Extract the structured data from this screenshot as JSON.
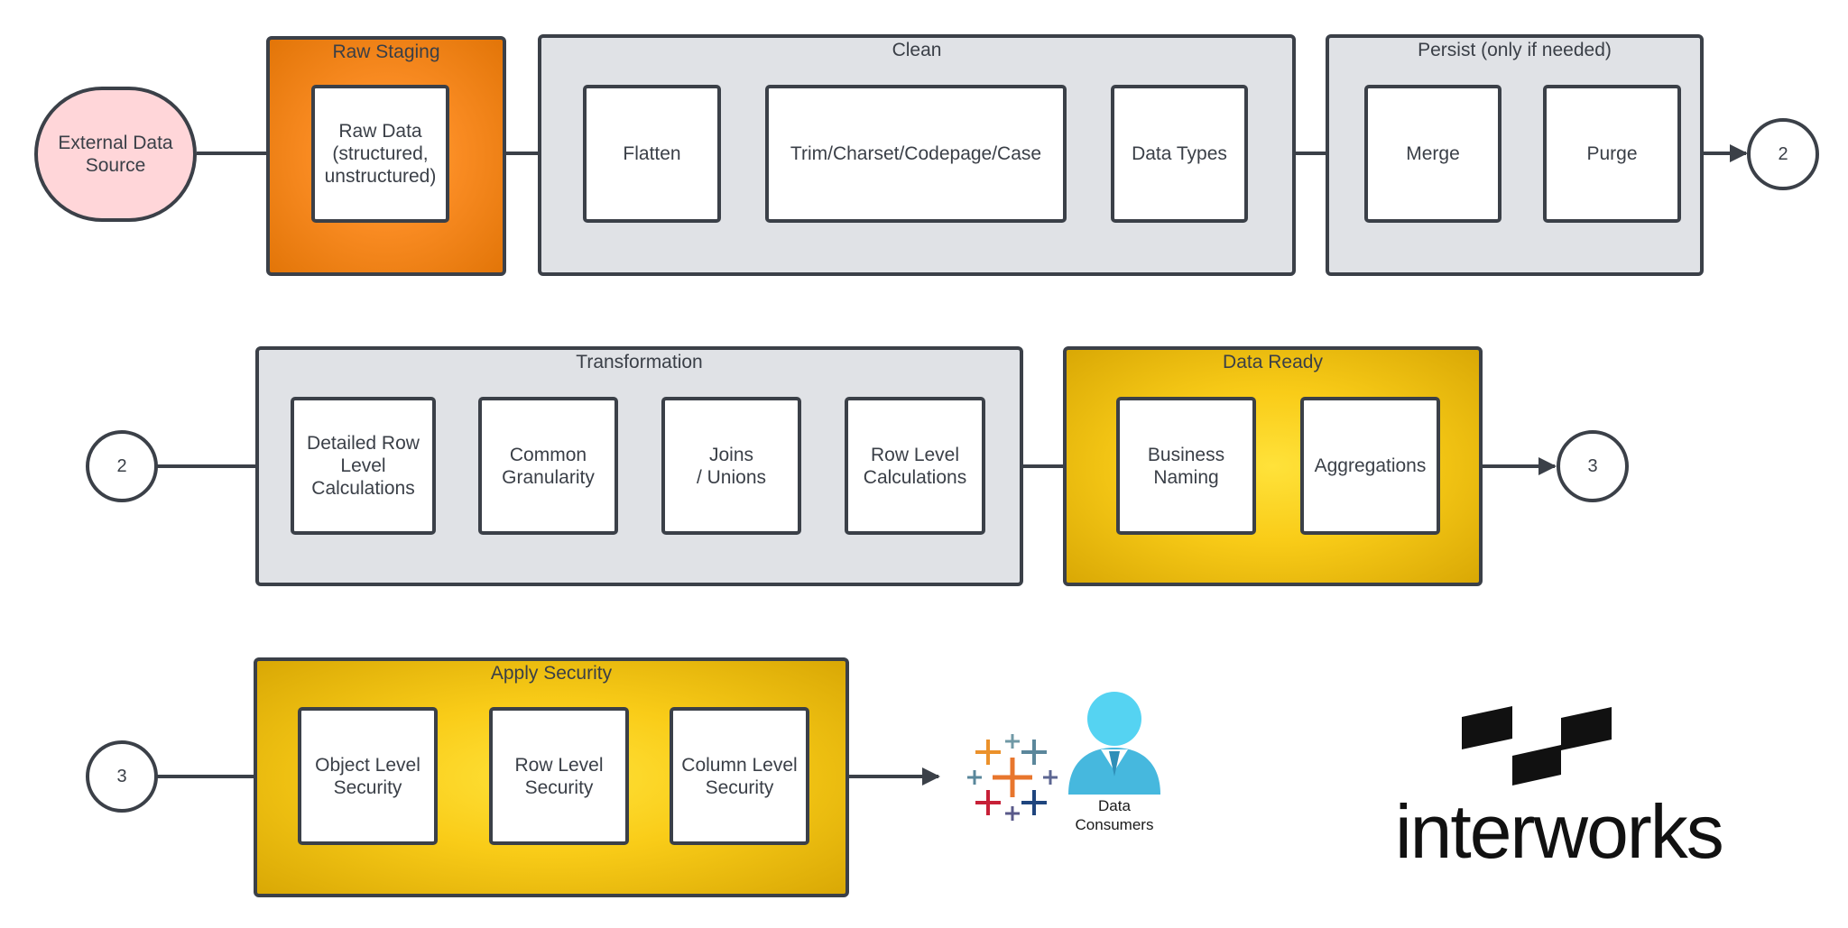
{
  "colors": {
    "line": "#3b4048",
    "group_gray": "#e0e2e6",
    "raw_staging": "#f98b22",
    "data_ready": "#f9cc18",
    "source_fill": "#ffd6d9",
    "person": "#4fc7e8"
  },
  "rows": [
    {
      "source": "External Data\nSource",
      "groups": [
        {
          "label": "Raw Staging",
          "steps": [
            "Raw Data\n(structured,\nunstructured)"
          ]
        },
        {
          "label": "Clean",
          "steps": [
            "Flatten",
            "Trim/Charset/Codepage/Case",
            "Data Types"
          ]
        },
        {
          "label": "Persist (only if needed)",
          "steps": [
            "Merge",
            "Purge"
          ]
        }
      ],
      "connector_out": "2"
    },
    {
      "connector_in": "2",
      "groups": [
        {
          "label": "Transformation",
          "steps": [
            "Detailed Row\nLevel\nCalculations",
            "Common\nGranularity",
            "Joins\n/ Unions",
            "Row Level\nCalculations"
          ]
        },
        {
          "label": "Data Ready",
          "steps": [
            "Business\nNaming",
            "Aggregations"
          ]
        }
      ],
      "connector_out": "3"
    },
    {
      "connector_in": "3",
      "groups": [
        {
          "label": "Apply Security",
          "steps": [
            "Object Level\nSecurity",
            "Row Level\nSecurity",
            "Column Level\nSecurity"
          ]
        }
      ]
    }
  ],
  "consumers": {
    "label": "Data\nConsumers",
    "icons": [
      "tableau-logo-icon",
      "person-icon"
    ]
  },
  "brand": {
    "name": "interworks",
    "icon": "interworks-logo-icon"
  }
}
